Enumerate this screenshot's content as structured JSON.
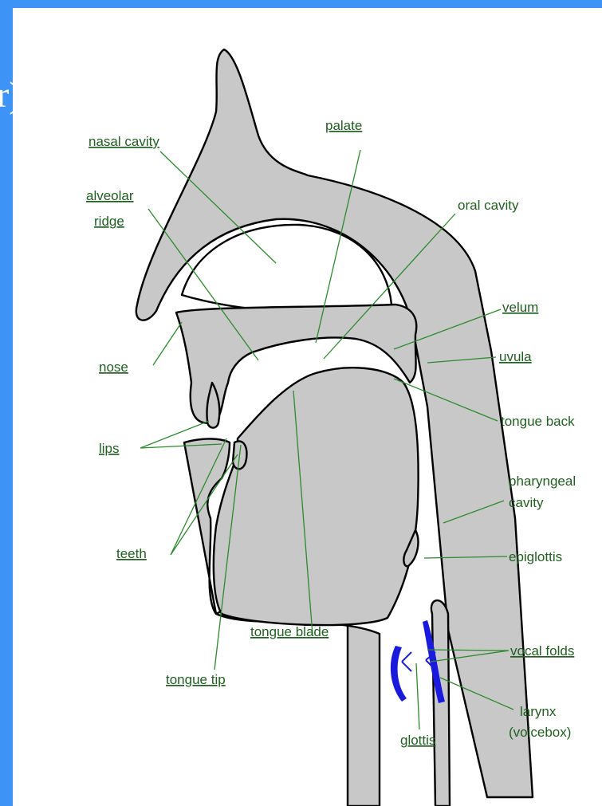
{
  "colors": {
    "frame": "#3d94f6",
    "tissue": "#c8c8c8",
    "label_green": "#1f5f1f",
    "leader_green": "#2d8a2d",
    "vocal_blue": "#1a1adf"
  },
  "labels": {
    "nasal_cavity": "nasal cavity",
    "palate": "palate",
    "alveolar_ridge_1": "alveolar",
    "alveolar_ridge_2": "ridge",
    "oral_cavity": "oral cavity",
    "velum": "velum",
    "nose": "nose",
    "uvula": "uvula",
    "tongue_back": "tongue back",
    "lips": "lips",
    "pharyngeal_cavity_1": "pharyngeal",
    "pharyngeal_cavity_2": "cavity",
    "teeth": "teeth",
    "epiglottis": "epiglottis",
    "tongue_blade": "tongue blade",
    "vocal_folds": "vocal folds",
    "tongue_tip": "tongue tip",
    "larynx_1": "larynx",
    "larynx_2": "(voicebox)",
    "glottis": "glottis"
  }
}
